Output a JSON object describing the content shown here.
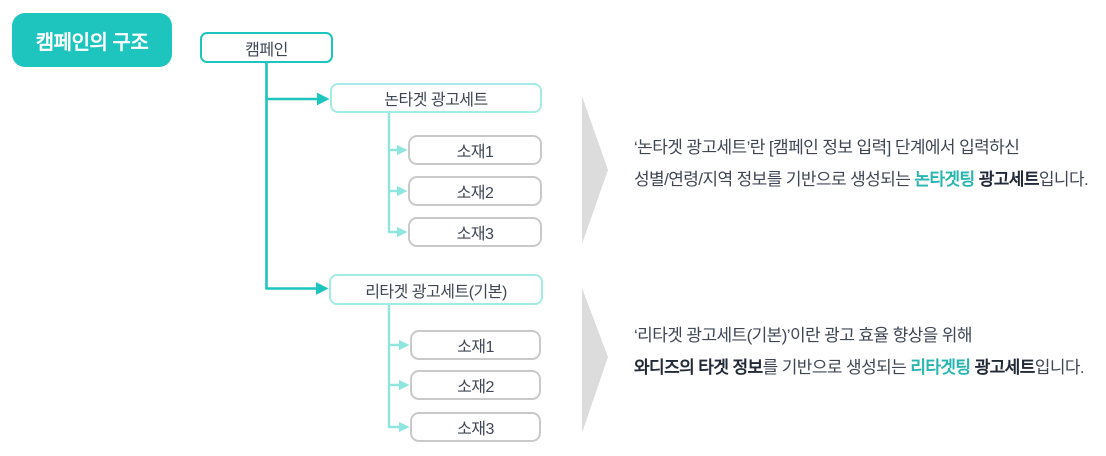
{
  "colors": {
    "accent": "#1ec5be",
    "accent-light": "#a3ebe5",
    "accent-light-line": "#8fe6df",
    "teal-text": "#29b5b0",
    "ink": "#3f4754",
    "ink-bold": "#222a38",
    "gray-border": "#c9c9c9",
    "arrow-gray": "#dcdcdc"
  },
  "badge": {
    "label": "캠페인의 구조"
  },
  "tree": {
    "root": "캠페인",
    "groups": [
      {
        "set": "논타겟 광고세트",
        "items": [
          "소재1",
          "소재2",
          "소재3"
        ]
      },
      {
        "set": "리타겟 광고세트(기본)",
        "items": [
          "소재1",
          "소재2",
          "소재3"
        ]
      }
    ]
  },
  "descriptions": [
    {
      "lines": [
        {
          "segments": [
            {
              "text": "‘논타겟 광고세트’란 [캠페인 정보 입력] 단계에서 입력하신",
              "style": "regular"
            }
          ]
        },
        {
          "segments": [
            {
              "text": "성별/연령/지역 정보를 기반으로 생성되는 ",
              "style": "regular"
            },
            {
              "text": "논타겟팅",
              "style": "teal-bold"
            },
            {
              "text": " 광고세트",
              "style": "bold"
            },
            {
              "text": "입니다.",
              "style": "regular"
            }
          ]
        }
      ]
    },
    {
      "lines": [
        {
          "segments": [
            {
              "text": "‘리타겟 광고세트(기본)’이란 광고 효율 향상을 위해",
              "style": "regular"
            }
          ]
        },
        {
          "segments": [
            {
              "text": "와디즈의 타겟 정보",
              "style": "bold"
            },
            {
              "text": "를 기반으로 생성되는 ",
              "style": "regular"
            },
            {
              "text": "리타겟팅",
              "style": "teal-bold"
            },
            {
              "text": " 광고세트",
              "style": "bold"
            },
            {
              "text": "입니다.",
              "style": "regular"
            }
          ]
        }
      ]
    }
  ]
}
